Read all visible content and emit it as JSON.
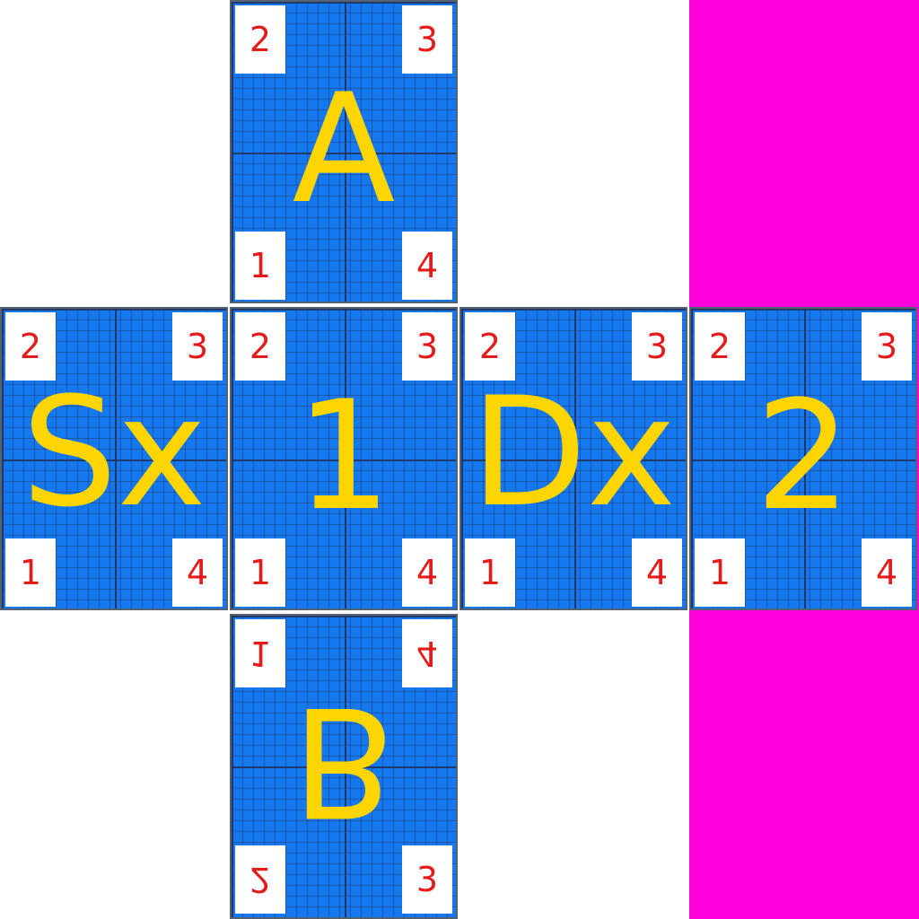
{
  "colors": {
    "background": "#ffffff",
    "face_fill": "#1479f0",
    "magenta": "#ff00dc",
    "label": "#ffd500",
    "corner_text": "#e41b1b"
  },
  "faces": {
    "top": {
      "label": "A",
      "corners": {
        "tl": "2",
        "tr": "3",
        "bl": "1",
        "br": "4"
      }
    },
    "left": {
      "label": "Sx",
      "corners": {
        "tl": "2",
        "tr": "3",
        "bl": "1",
        "br": "4"
      }
    },
    "front": {
      "label": "1",
      "corners": {
        "tl": "2",
        "tr": "3",
        "bl": "1",
        "br": "4"
      }
    },
    "right": {
      "label": "Dx",
      "corners": {
        "tl": "2",
        "tr": "3",
        "bl": "1",
        "br": "4"
      }
    },
    "back": {
      "label": "2",
      "corners": {
        "tl": "2",
        "tr": "3",
        "bl": "1",
        "br": "4"
      }
    },
    "bottom": {
      "label": "B",
      "corners": {
        "tl": "1",
        "tr": "4",
        "bl": "2",
        "br": "3"
      }
    }
  }
}
